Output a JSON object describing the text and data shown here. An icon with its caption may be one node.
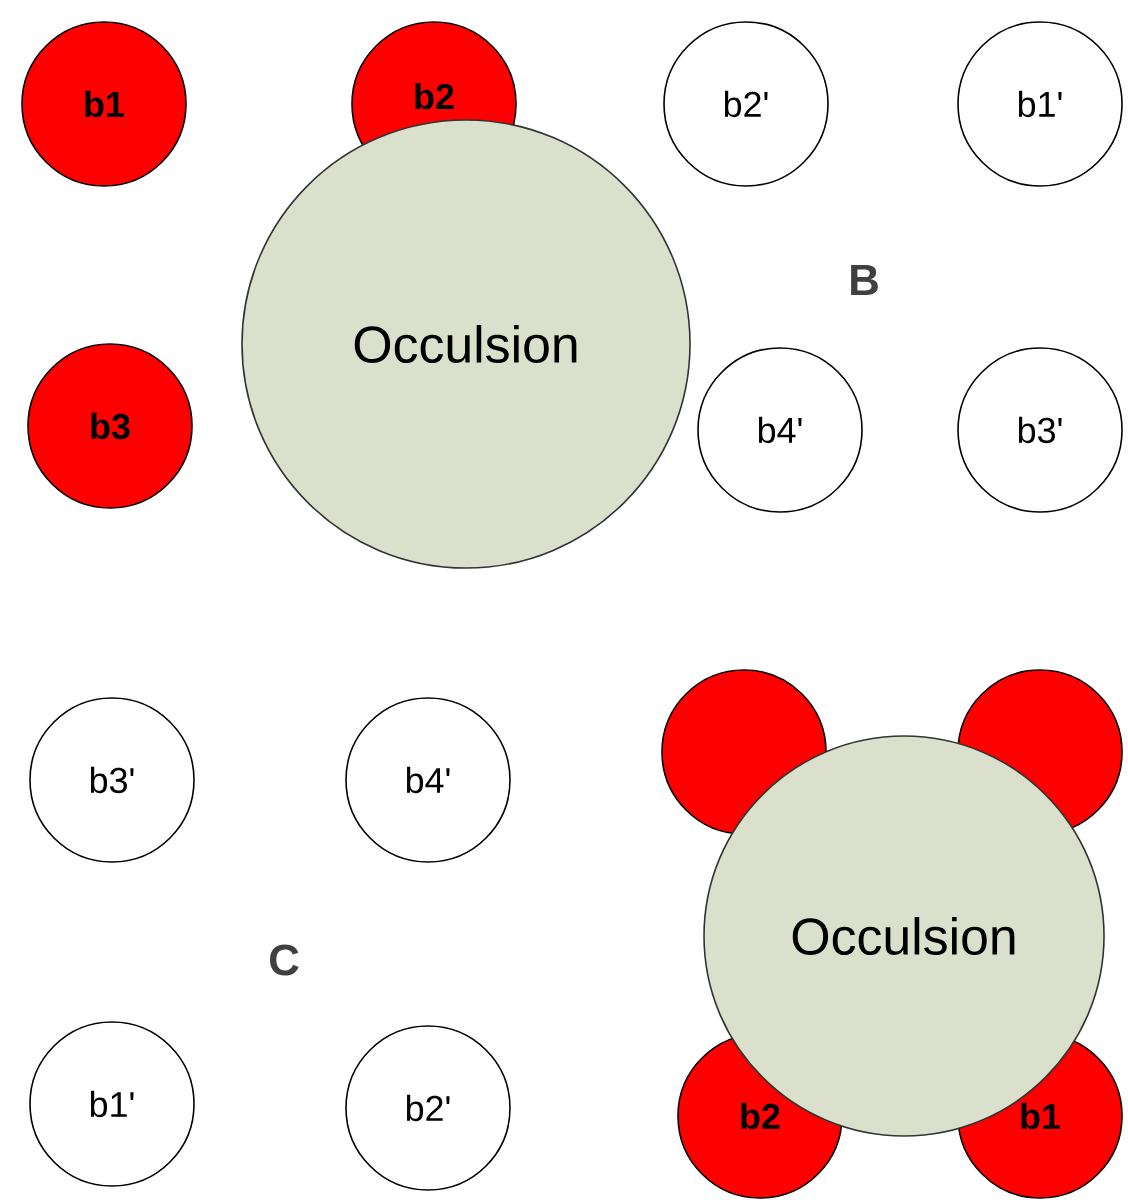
{
  "diagram": {
    "nodes": [
      {
        "text": [
          "b1"
        ]
      },
      {
        "text": [
          "b2"
        ]
      },
      {
        "text": [
          "b2'"
        ]
      },
      {
        "text": [
          "b1'"
        ]
      },
      {
        "text": [
          "Occulsion"
        ]
      },
      {
        "text": [
          "b3"
        ]
      },
      {
        "text": [
          "b4'"
        ]
      },
      {
        "text": [
          "b3'"
        ]
      },
      {
        "text": [
          "b3'"
        ]
      },
      {
        "text": [
          "b4'"
        ]
      },
      {
        "text": [],
        "shape": "circle"
      },
      {
        "text": [],
        "shape": "circle"
      },
      {
        "text": [
          "Occulsion"
        ]
      },
      {
        "text": [
          "b1'"
        ]
      },
      {
        "text": [
          "b2'"
        ]
      },
      {
        "text": [
          "b2"
        ]
      },
      {
        "text": [
          "b1"
        ]
      }
    ],
    "labels": [
      "B",
      "C"
    ]
  }
}
